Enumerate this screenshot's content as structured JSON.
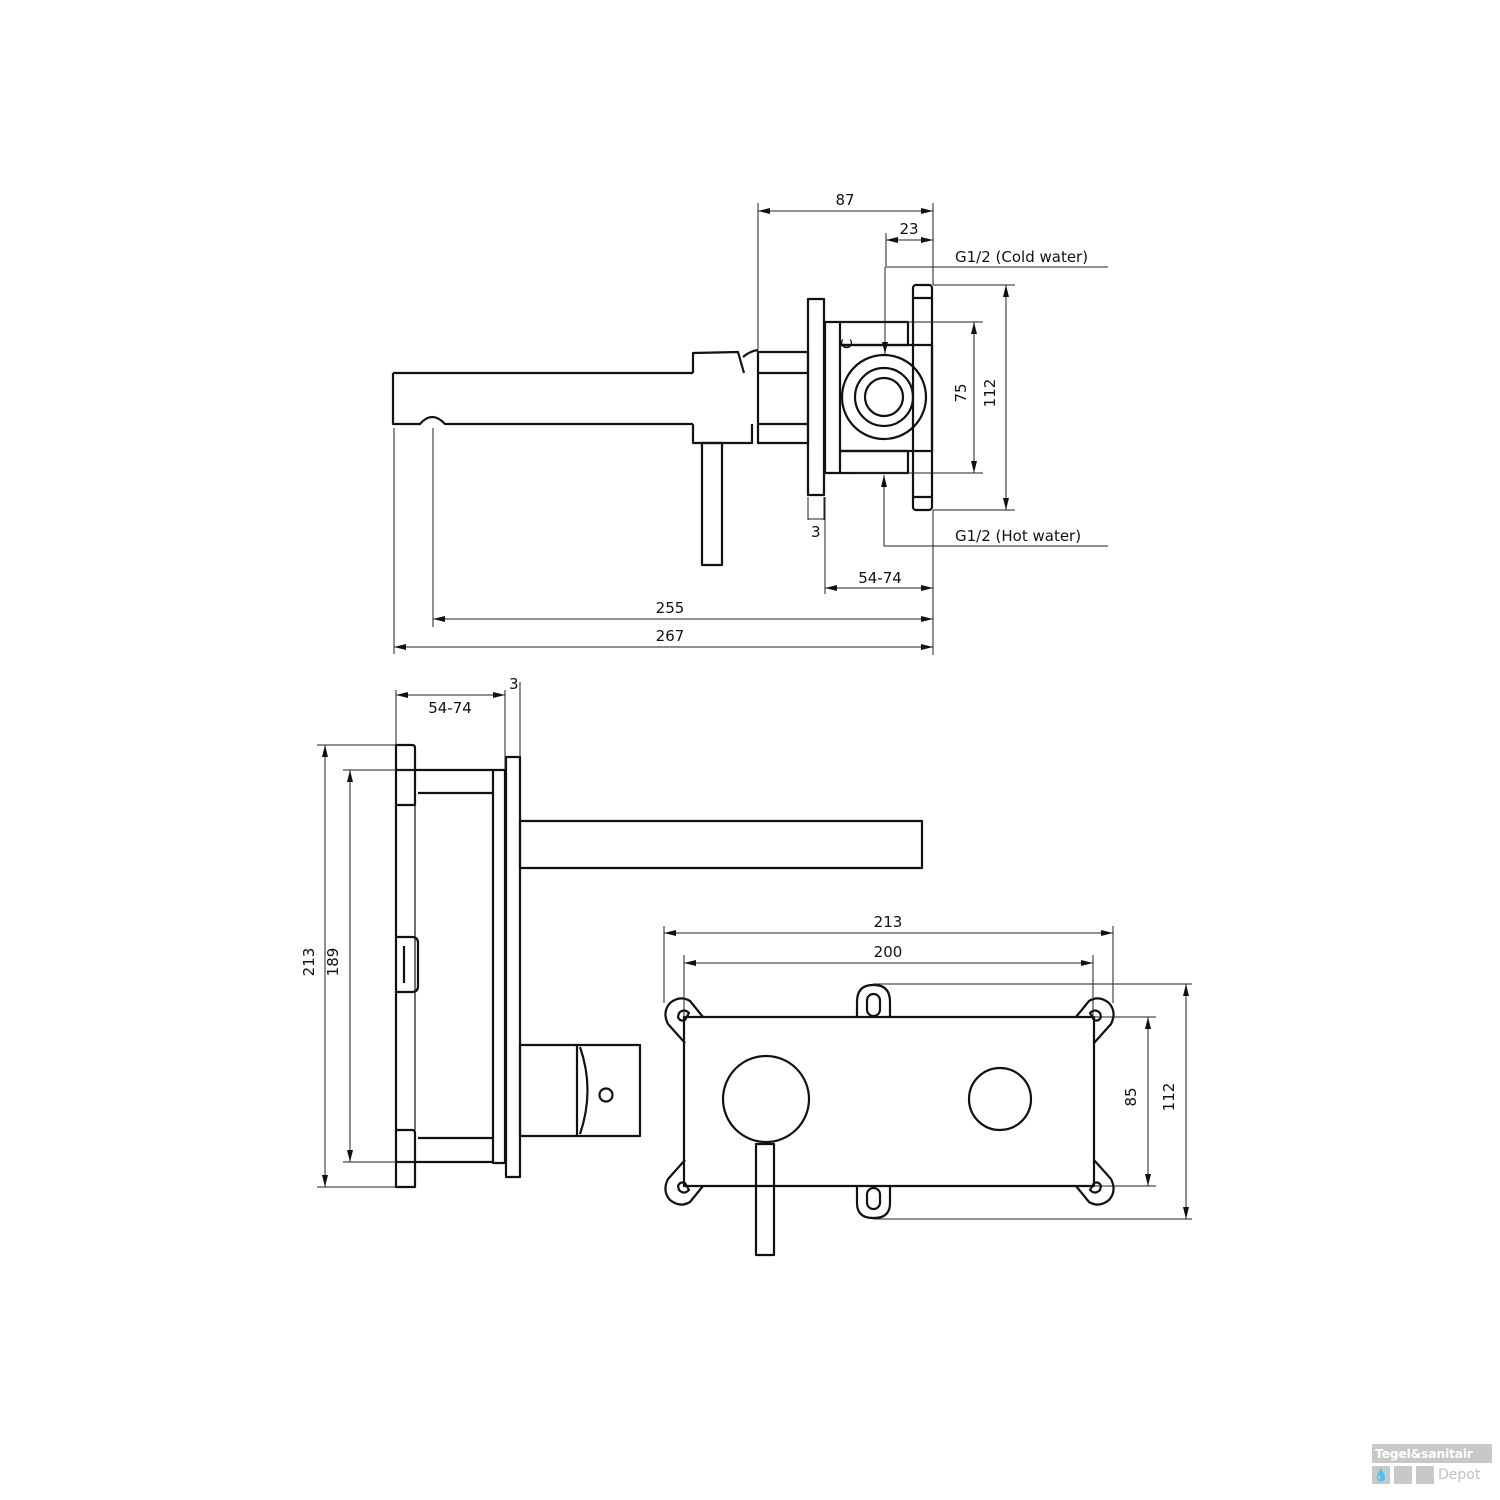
{
  "drawing": {
    "title": "Wall-mounted basin mixer technical drawing",
    "units": "mm",
    "side_view": {
      "dimensions": {
        "total_depth": "87",
        "inlet_offset": "23",
        "cold_inlet_label": "G1/2 (Cold water)",
        "hot_inlet_label": "G1/2 (Hot water)",
        "inlet_spacing": "75",
        "body_height": "112",
        "plate_thickness": "3",
        "wall_depth_range": "54-74",
        "spout_reach": "255",
        "total_length": "267"
      },
      "marker_cold": "C"
    },
    "front_section_view": {
      "dimensions": {
        "wall_depth_range": "54-74",
        "plate_thickness": "3",
        "total_height": "213",
        "inner_height": "189"
      }
    },
    "plate_view": {
      "dimensions": {
        "outer_width": "213",
        "plate_width": "200",
        "plate_height": "85",
        "outer_height": "112"
      }
    }
  },
  "watermark": {
    "brand_top": "Tegel&sanitair",
    "brand_bottom": "Depot",
    "icon": "water-drop-icon"
  }
}
